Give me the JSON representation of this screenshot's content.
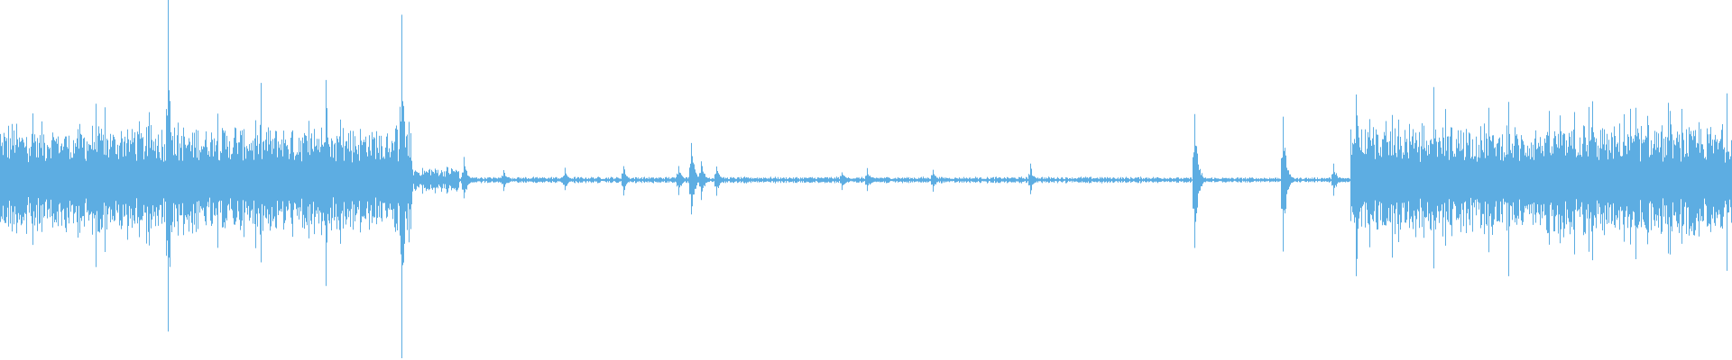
{
  "waveform": {
    "color": "#5DADE2",
    "background": "#ffffff",
    "peaks": [
      {
        "from": 0.0,
        "to": 0.238,
        "level": 0.24
      },
      {
        "from": 0.238,
        "to": 0.265,
        "level": 0.05
      },
      {
        "from": 0.265,
        "to": 0.68,
        "level": 0.012
      },
      {
        "from": 0.68,
        "to": 0.78,
        "level": 0.01
      },
      {
        "from": 0.78,
        "to": 1.0,
        "level": 0.24
      }
    ],
    "spikes": [
      {
        "at": 0.097,
        "level": 0.95
      },
      {
        "at": 0.188,
        "level": 0.55
      },
      {
        "at": 0.232,
        "level": 0.9
      },
      {
        "at": 0.268,
        "level": 0.12
      },
      {
        "at": 0.291,
        "level": 0.06
      },
      {
        "at": 0.326,
        "level": 0.06
      },
      {
        "at": 0.36,
        "level": 0.08
      },
      {
        "at": 0.392,
        "level": 0.08
      },
      {
        "at": 0.399,
        "level": 0.2
      },
      {
        "at": 0.405,
        "level": 0.1
      },
      {
        "at": 0.414,
        "level": 0.08
      },
      {
        "at": 0.486,
        "level": 0.05
      },
      {
        "at": 0.501,
        "level": 0.06
      },
      {
        "at": 0.539,
        "level": 0.06
      },
      {
        "at": 0.595,
        "level": 0.08
      },
      {
        "at": 0.69,
        "level": 0.37
      },
      {
        "at": 0.741,
        "level": 0.35
      },
      {
        "at": 0.77,
        "level": 0.08
      },
      {
        "at": 0.783,
        "level": 0.55
      },
      {
        "at": 0.828,
        "level": 0.47
      },
      {
        "at": 0.86,
        "level": 0.35
      },
      {
        "at": 0.92,
        "level": 0.42
      },
      {
        "at": 0.938,
        "level": 0.38
      },
      {
        "at": 0.981,
        "level": 0.32
      }
    ]
  }
}
